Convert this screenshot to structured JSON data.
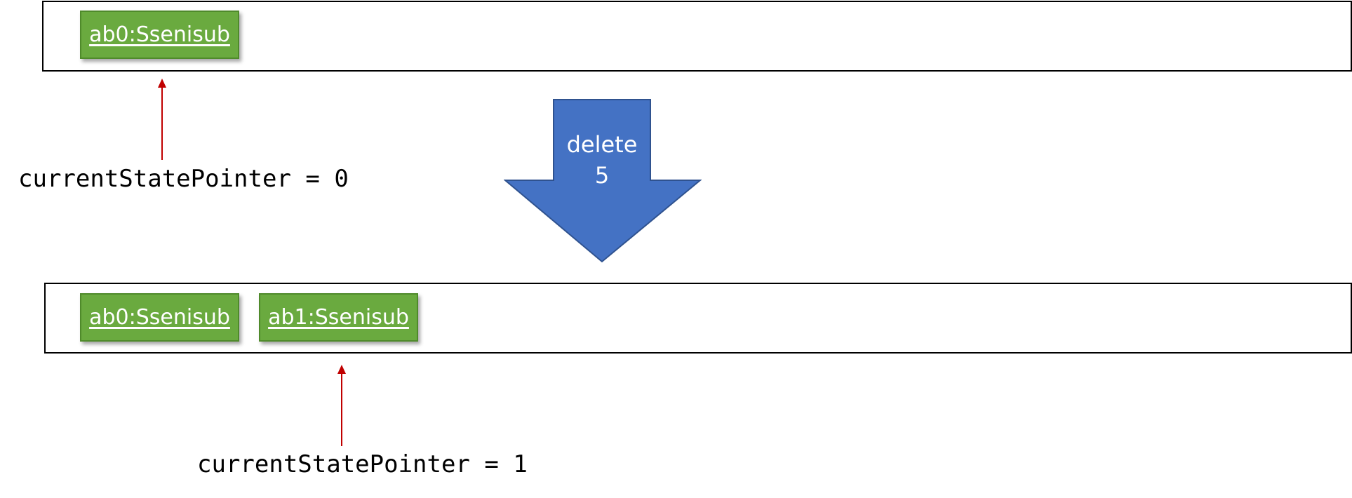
{
  "before": {
    "states": [
      {
        "label": "ab0:Ssenisub"
      }
    ],
    "pointer_label": "currentStatePointer = 0"
  },
  "command": {
    "line1": "delete",
    "line2": "5"
  },
  "after": {
    "states": [
      {
        "label": "ab0:Ssenisub"
      },
      {
        "label": "ab1:Ssenisub"
      }
    ],
    "pointer_label": "currentStatePointer = 1"
  },
  "colors": {
    "state_fill": "#6aaa3f",
    "state_border": "#4f8a2b",
    "pointer_arrow": "#c00000",
    "command_arrow_fill": "#4472c4",
    "command_arrow_stroke": "#2f528f"
  }
}
